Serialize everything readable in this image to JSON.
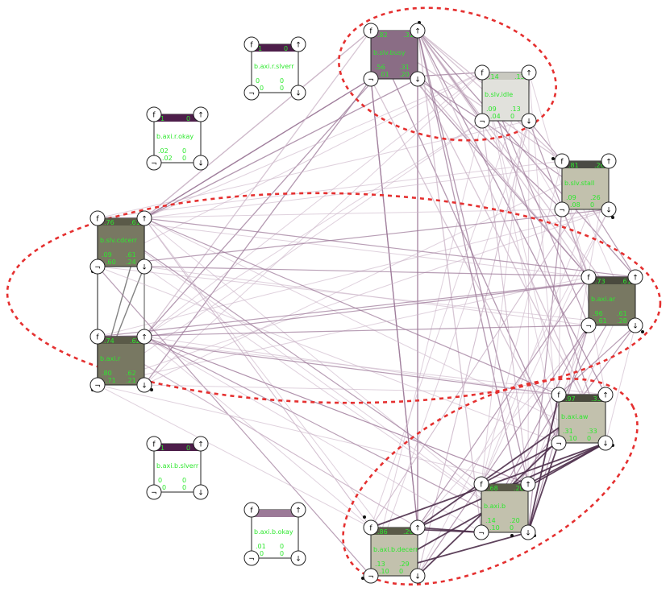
{
  "colors": {
    "edge_light": "#c9b3c6",
    "edge_mid": "#9a7596",
    "edge_dark": "#4d2e4a",
    "edge_gray": "#6d6d6d",
    "text_green": "#2ee82e",
    "cluster": "#e53030"
  },
  "corner_marks": {
    "top_left": "f",
    "top_right": "↑",
    "bottom_left": "¬",
    "bottom_right": "↓"
  },
  "nodes": [
    {
      "id": "slverr",
      "label": "b.axi.r.slverr",
      "header_fill": "#4d1e4a",
      "body_fill": "#ffffff",
      "top_left": "1",
      "top_right": "0",
      "mid_left": "0",
      "mid_right": "0",
      "bot_left": "0",
      "bot_right": "0"
    },
    {
      "id": "okay",
      "label": "b.axi.r.okay",
      "header_fill": "#4d1e4a",
      "body_fill": "#ffffff",
      "top_left": "1",
      "top_right": "0",
      "mid_left": ".02",
      "mid_right": "0",
      "bot_left": ".02",
      "bot_right": "0"
    },
    {
      "id": "busy",
      "label": "b.slv.busy",
      "header_fill": "#8a6d85",
      "body_fill": "#8a6d85",
      "top_left": ".82",
      "top_right": ".31",
      "mid_left": ".56",
      "mid_right": ".31",
      "bot_left": ".01",
      "bot_right": ".20"
    },
    {
      "id": "idle",
      "label": "b.slv.idle",
      "header_fill": "#c9c9c0",
      "body_fill": "#e1e1dc",
      "top_left": ".14",
      "top_right": ".13",
      "mid_left": ".09",
      "mid_right": ".13",
      "bot_left": ".04",
      "bot_right": "0"
    },
    {
      "id": "stall",
      "label": "b.slv.stall",
      "header_fill": "#4a4a44",
      "body_fill": "#c2c1ad",
      "top_left": ".81",
      "top_right": ".26",
      "mid_left": ".09",
      "mid_right": ".26",
      "bot_left": ".08",
      "bot_right": "0"
    },
    {
      "id": "cdcerr",
      "label": "b.slv.cdcerr",
      "header_fill": "#5a5a48",
      "body_fill": "#787862",
      "top_left": ".76",
      "top_right": ".61",
      "mid_left": ".09",
      "mid_right": ".61",
      "bot_left": ".60",
      "bot_right": ".24"
    },
    {
      "id": "axiar",
      "label": "b.axi.ar",
      "header_fill": "#4a4a3e",
      "body_fill": "#787862",
      "top_left": ".73",
      "top_right": ".61",
      "mid_left": ".96",
      "mid_right": ".61",
      "bot_left": ".61",
      "bot_right": ".28"
    },
    {
      "id": "axir",
      "label": "b.axi.r",
      "header_fill": "#5a5a48",
      "body_fill": "#787862",
      "top_left": ".74",
      "top_right": ".62",
      "mid_left": ".80",
      "mid_right": ".62",
      "bot_left": ".71",
      "bot_right": ".21"
    },
    {
      "id": "axiaw",
      "label": "b.axi.aw",
      "header_fill": "#4a4a3e",
      "body_fill": "#c2c1ad",
      "top_left": ".97",
      "top_right": ".33",
      "mid_left": ".31",
      "mid_right": ".33",
      "bot_left": ".10",
      "bot_right": "0"
    },
    {
      "id": "bslverr",
      "label": "b.axi.b.slverr",
      "header_fill": "#4d1e4a",
      "body_fill": "#ffffff",
      "top_left": "1",
      "top_right": "0",
      "mid_left": "0",
      "mid_right": "0",
      "bot_left": "0",
      "bot_right": "0"
    },
    {
      "id": "axib",
      "label": "b.axi.b",
      "header_fill": "#5a5a48",
      "body_fill": "#c2c1ad",
      "top_left": ".68",
      "top_right": ".20",
      "mid_left": ".14",
      "mid_right": ".20",
      "bot_left": ".10",
      "bot_right": "0"
    },
    {
      "id": "bokay",
      "label": "b.axi.b.okay",
      "header_fill": "#9c7a98",
      "body_fill": "#ffffff",
      "top_left": "",
      "top_right": "",
      "mid_left": ".01",
      "mid_right": "0",
      "bot_left": "0",
      "bot_right": "0"
    },
    {
      "id": "decerr",
      "label": "b.axi.b.decerr",
      "header_fill": "#5a5a48",
      "body_fill": "#c2c1ad",
      "top_left": ".86",
      "top_right": ".29",
      "mid_left": ".13",
      "mid_right": ".29",
      "bot_left": ".10",
      "bot_right": "0"
    }
  ]
}
